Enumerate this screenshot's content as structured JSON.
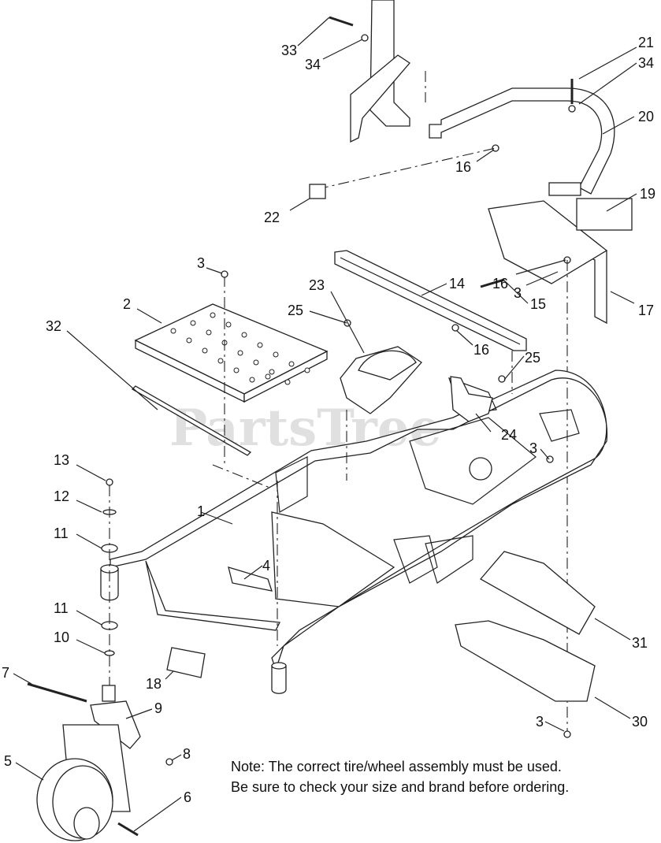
{
  "watermark": "PartsTree",
  "callouts": [
    "1",
    "2",
    "3",
    "4",
    "5",
    "6",
    "7",
    "8",
    "9",
    "10",
    "11",
    "12",
    "13",
    "14",
    "15",
    "16",
    "17",
    "18",
    "19",
    "20",
    "21",
    "22",
    "23",
    "24",
    "25",
    "30",
    "31",
    "32",
    "33",
    "34"
  ],
  "note": {
    "line1": "Note: The correct tire/wheel assembly must be used.",
    "line2": "Be sure to check your size and brand before ordering."
  }
}
